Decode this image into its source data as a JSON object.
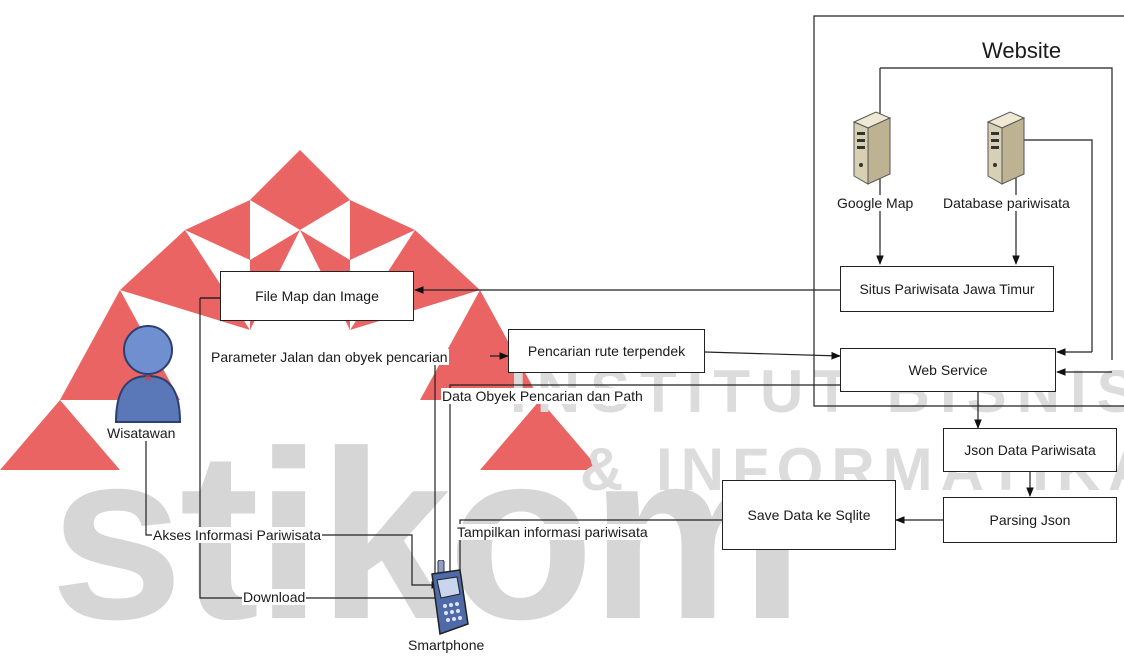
{
  "watermark": {
    "word": "stikom",
    "line1": "INSTITUT BISNIS",
    "line2": "& INFORMATIKA",
    "logo_color": "#e84a4a",
    "text_color": "#d9d9d9"
  },
  "website": {
    "title": "Website"
  },
  "servers": {
    "google_map": "Google Map",
    "database": "Database pariwisata"
  },
  "boxes": {
    "situs": "Situs Pariwisata Jawa Timur",
    "web_service": "Web Service",
    "file_map": "File Map dan Image",
    "pencarian": "Pencarian rute terpendek",
    "json_data": "Json Data Pariwisata",
    "parsing": "Parsing Json",
    "save_data": "Save Data ke Sqlite"
  },
  "labels": {
    "parameter": "Parameter Jalan dan obyek pencarian",
    "data_obyek": "Data Obyek Pencarian dan Path",
    "akses": "Akses Informasi Pariwisata",
    "tampilkan": "Tampilkan informasi pariwisata",
    "download": "Download"
  },
  "actors": {
    "wisatawan": "Wisatawan",
    "smartphone": "Smartphone"
  }
}
